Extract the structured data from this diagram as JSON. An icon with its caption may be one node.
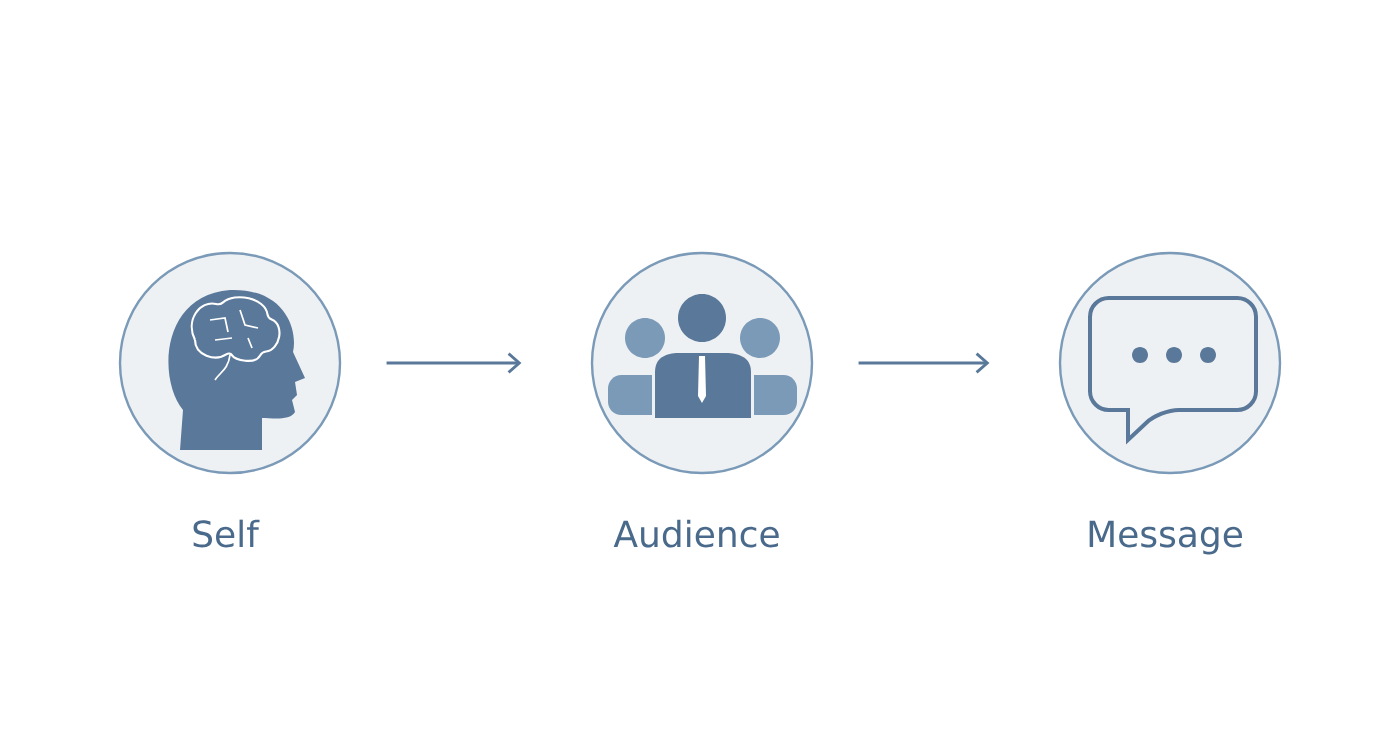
{
  "diagram": {
    "nodes": [
      {
        "text": [
          "Self"
        ]
      },
      {
        "text": [
          "Audience"
        ]
      },
      {
        "text": [
          "Message"
        ]
      }
    ],
    "edges": [
      {
        "from": 0,
        "to": 1,
        "arrow": "to"
      },
      {
        "from": 1,
        "to": 2,
        "arrow": "to"
      }
    ]
  }
}
